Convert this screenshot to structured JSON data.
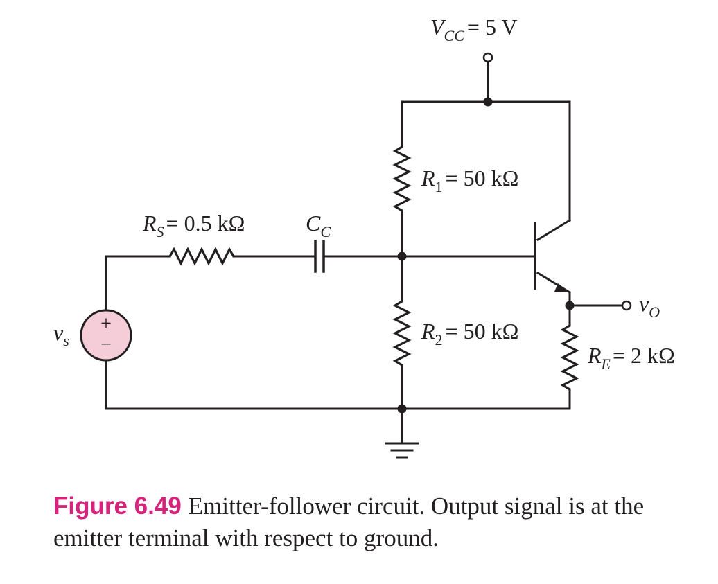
{
  "colors": {
    "ink": "#231f20",
    "accent": "#d6247c",
    "source_fill": "#f5cdd9"
  },
  "labels": {
    "vcc": {
      "main": "V",
      "sub": "CC",
      "value": "= 5 V"
    },
    "rs": {
      "main": "R",
      "sub": "S",
      "value": "= 0.5 kΩ"
    },
    "cc": {
      "main": "C",
      "sub": "C"
    },
    "r1": {
      "main": "R",
      "sub": "1",
      "value": "= 50 kΩ"
    },
    "r2": {
      "main": "R",
      "sub": "2",
      "value": "= 50 kΩ"
    },
    "re": {
      "main": "R",
      "sub": "E",
      "value": "= 2 kΩ"
    },
    "vs": {
      "main": "v",
      "sub": "s"
    },
    "vo": {
      "main": "v",
      "sub": "O"
    },
    "source_plus": "+",
    "source_minus": "−"
  },
  "caption": {
    "number": "Figure 6.49",
    "text": "Emitter-follower circuit. Output signal is at the emitter terminal with respect to ground."
  }
}
